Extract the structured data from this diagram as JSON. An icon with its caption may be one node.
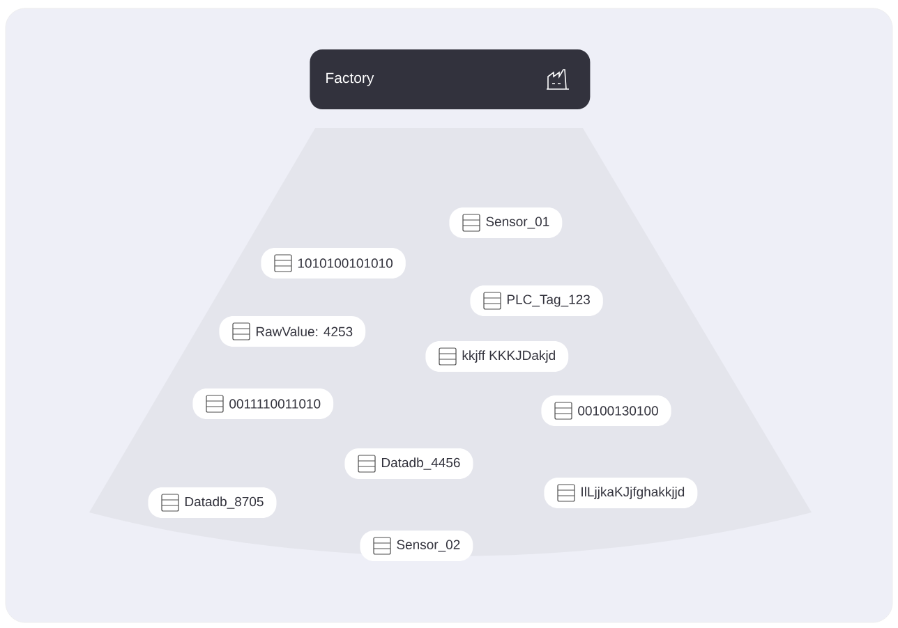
{
  "diagram": {
    "nodes": [
      {
        "text": [
          "Factory"
        ]
      },
      {
        "text": [
          "Sensor_01"
        ]
      },
      {
        "text": [
          "1010100101010"
        ]
      },
      {
        "text": [
          "PLC_Tag_123"
        ]
      },
      {
        "text": [
          "RawValue: 4253"
        ]
      },
      {
        "text": [
          "kkjff KKKJDakjd"
        ]
      },
      {
        "text": [
          "0011110011010"
        ]
      },
      {
        "text": [
          "00100130100"
        ]
      },
      {
        "text": [
          "Datadb_4456"
        ]
      },
      {
        "text": [
          "IlLjjkaKJjfghakkjjd"
        ]
      },
      {
        "text": [
          "Datadb_8705"
        ]
      },
      {
        "text": [
          "Sensor_02"
        ]
      }
    ]
  }
}
